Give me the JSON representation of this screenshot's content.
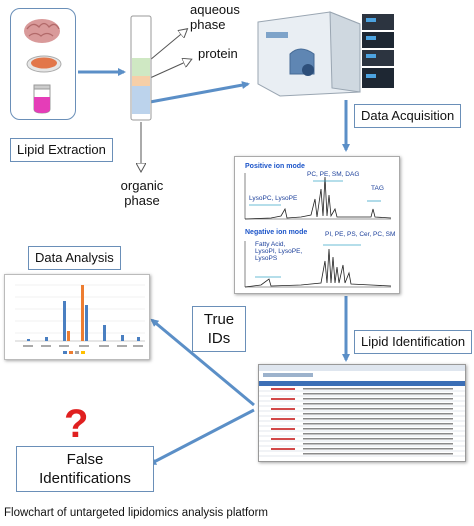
{
  "labels": {
    "aqueous_phase": "aqueous\nphase",
    "protein": "protein",
    "organic_phase": "organic\nphase",
    "lipid_extraction": "Lipid Extraction",
    "data_acquisition": "Data Acquisition",
    "lipid_identification": "Lipid Identification",
    "data_analysis": "Data Analysis",
    "true_ids": "True\nIDs",
    "false_identifications": "False\nIdentifications",
    "question_mark": "?",
    "caption": "Flowchart of untargeted lipidomics analysis platform"
  },
  "spectra": {
    "positive_title": "Positive ion mode",
    "positive_annotations": [
      "PC, PE, SM, DAG",
      "LysoPC, LysoPE",
      "TAG"
    ],
    "negative_title": "Negative ion mode",
    "negative_annotations": [
      "PI, PE, PS, Cer, PC, SM",
      "Fatty Acid,\nLysoPI, LysoPE,\nLysoPS"
    ]
  },
  "colors": {
    "arrow": "#5b8fc7",
    "question": "#e02020",
    "panel_title": "#1b54c9",
    "bar_blue": "#4a7fc1",
    "bar_orange": "#ed7d31"
  }
}
